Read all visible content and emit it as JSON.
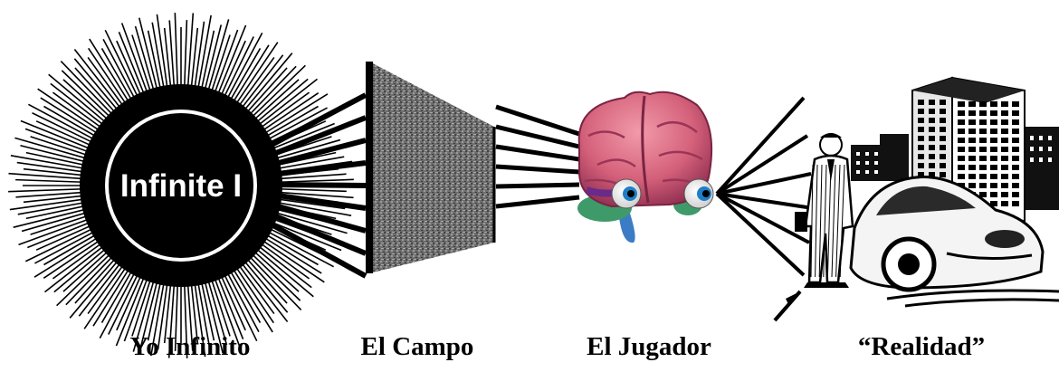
{
  "infinite_label": "Infinite I",
  "captions": {
    "infinite": "Yo Infinito",
    "field": "El Campo",
    "player": "El Jugador",
    "reality": "“Realidad”"
  },
  "colors": {
    "ink": "#000000",
    "field": "#6e6e6e",
    "brain": "#d4607a",
    "eye_iris": "#1e7fc6",
    "brainstem": "#4a8fd0",
    "cerebellum": "#3f9a6a"
  }
}
